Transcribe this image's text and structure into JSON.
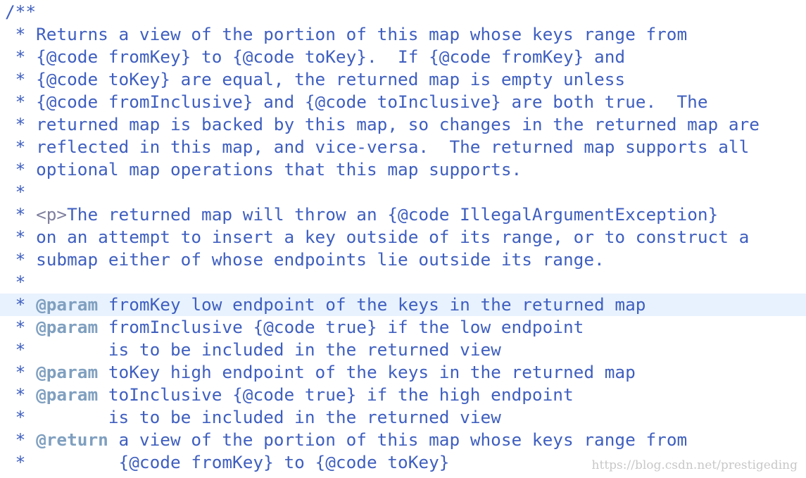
{
  "editor": {
    "highlight_line_index": 13,
    "colors": {
      "comment": "#3f5fbf",
      "javadoc_tag": "#7f9fbf",
      "html_tag": "#7f7f9f",
      "current_line": "#e8f2fe",
      "background": "#ffffff"
    },
    "lines": [
      {
        "prefix": "/**",
        "tag": "",
        "text": ""
      },
      {
        "prefix": " * ",
        "tag": "",
        "text": "Returns a view of the portion of this map whose keys range from"
      },
      {
        "prefix": " * ",
        "tag": "",
        "text": "{@code fromKey} to {@code toKey}.  If {@code fromKey} and"
      },
      {
        "prefix": " * ",
        "tag": "",
        "text": "{@code toKey} are equal, the returned map is empty unless"
      },
      {
        "prefix": " * ",
        "tag": "",
        "text": "{@code fromInclusive} and {@code toInclusive} are both true.  The"
      },
      {
        "prefix": " * ",
        "tag": "",
        "text": "returned map is backed by this map, so changes in the returned map are"
      },
      {
        "prefix": " * ",
        "tag": "",
        "text": "reflected in this map, and vice-versa.  The returned map supports all"
      },
      {
        "prefix": " * ",
        "tag": "",
        "text": "optional map operations that this map supports."
      },
      {
        "prefix": " *",
        "tag": "",
        "text": ""
      },
      {
        "prefix": " * ",
        "html": "<p>",
        "tag": "",
        "text": "The returned map will throw an {@code IllegalArgumentException}"
      },
      {
        "prefix": " * ",
        "tag": "",
        "text": "on an attempt to insert a key outside of its range, or to construct a"
      },
      {
        "prefix": " * ",
        "tag": "",
        "text": "submap either of whose endpoints lie outside its range."
      },
      {
        "prefix": " *",
        "tag": "",
        "text": ""
      },
      {
        "prefix": " * ",
        "tag": "@param",
        "text": " fromKey low endpoint of the keys in the returned map"
      },
      {
        "prefix": " * ",
        "tag": "@param",
        "text": " fromInclusive {@code true} if the low endpoint"
      },
      {
        "prefix": " *        ",
        "tag": "",
        "text": "is to be included in the returned view"
      },
      {
        "prefix": " * ",
        "tag": "@param",
        "text": " toKey high endpoint of the keys in the returned map"
      },
      {
        "prefix": " * ",
        "tag": "@param",
        "text": " toInclusive {@code true} if the high endpoint"
      },
      {
        "prefix": " *        ",
        "tag": "",
        "text": "is to be included in the returned view"
      },
      {
        "prefix": " * ",
        "tag": "@return",
        "text": " a view of the portion of this map whose keys range from"
      },
      {
        "prefix": " *         ",
        "tag": "",
        "text": "{@code fromKey} to {@code toKey}"
      }
    ]
  },
  "watermark": {
    "text": "https://blog.csdn.net/prestigeding"
  }
}
